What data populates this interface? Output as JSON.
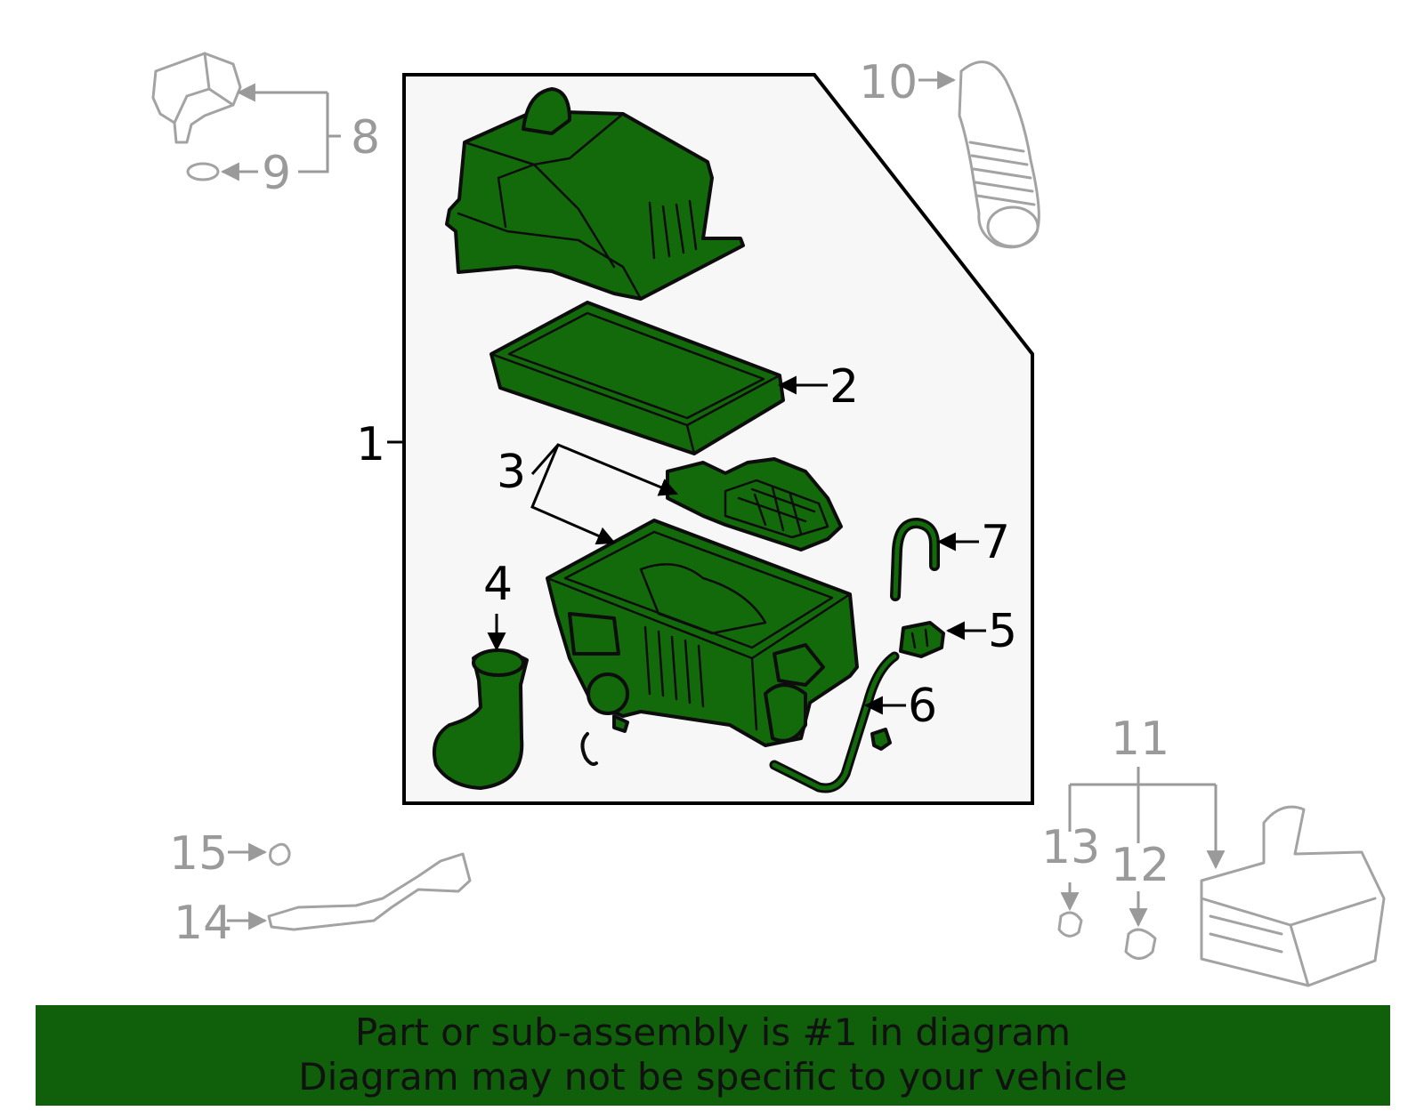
{
  "colors": {
    "part_fill": "#136a0b",
    "banner_bg": "#0f5f0b",
    "muted": "#9a9a9a",
    "panel": "#f7f7f7"
  },
  "callouts": {
    "c1": "1",
    "c2": "2",
    "c3": "3",
    "c4": "4",
    "c5": "5",
    "c6": "6",
    "c7": "7",
    "c8": "8",
    "c9": "9",
    "c10": "10",
    "c11": "11",
    "c12": "12",
    "c13": "13",
    "c14": "14",
    "c15": "15"
  },
  "banner": {
    "line1": "Part or sub-assembly is #1 in diagram",
    "line2": "Diagram may not be specific to your vehicle"
  }
}
